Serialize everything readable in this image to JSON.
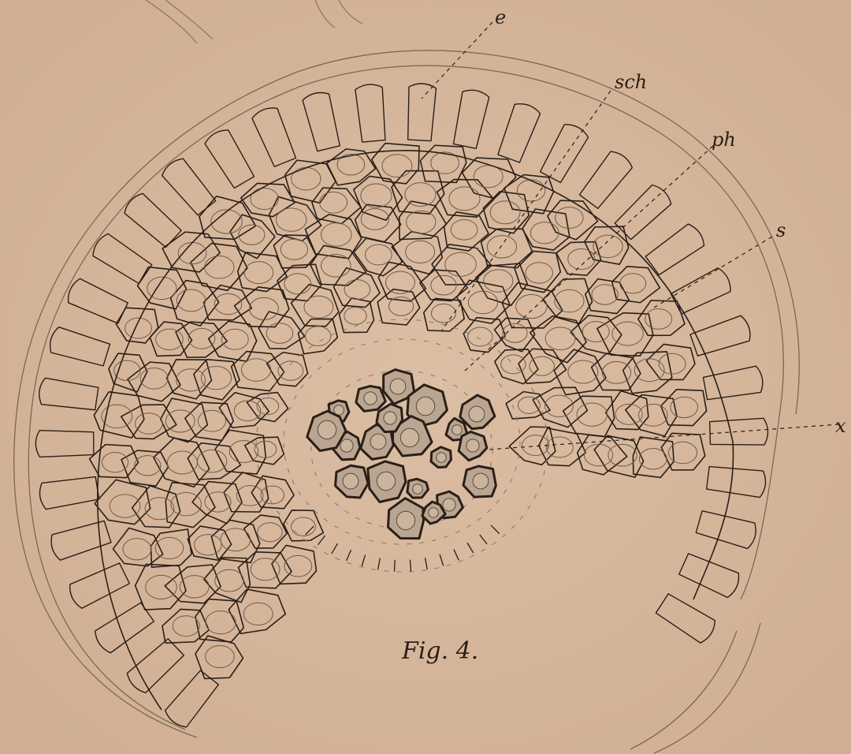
{
  "figure": {
    "caption": "Fig. 4.",
    "labels": {
      "e": "e",
      "sch": "sch",
      "ph": "ph",
      "s": "s",
      "x": "x"
    }
  },
  "colors": {
    "paper": "#d6b79c",
    "ink": "#2a1f18",
    "faint_ink": "#7a6553",
    "xylem_fill": "#b9a591"
  }
}
